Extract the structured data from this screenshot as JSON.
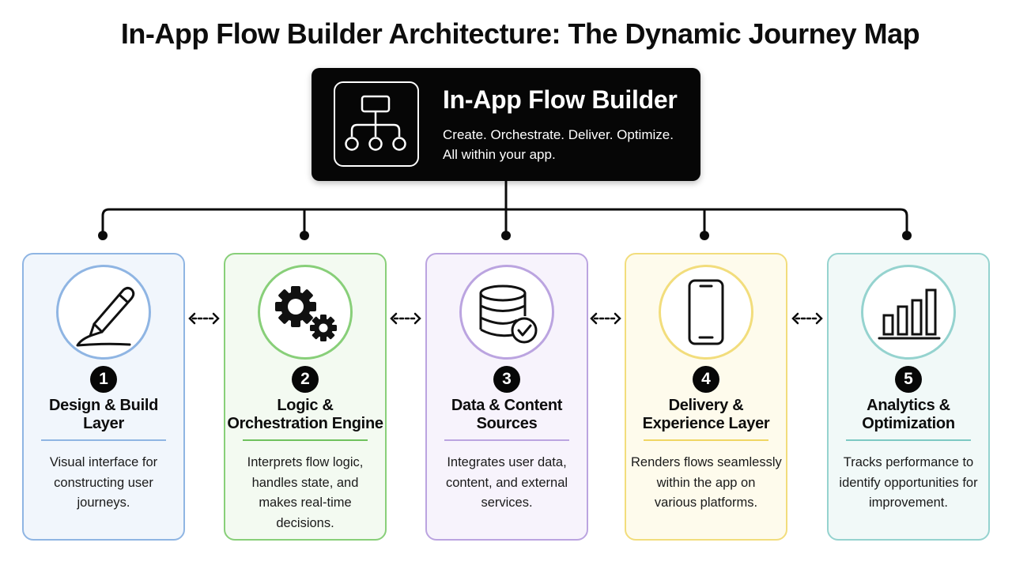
{
  "title": "In-App Flow Builder Architecture: The Dynamic Journey Map",
  "hero": {
    "title": "In-App Flow Builder",
    "subtitle_lines": [
      "Create. Orchestrate. Deliver. Optimize.",
      "All within your app."
    ],
    "icon": "flowchart-icon"
  },
  "cards": [
    {
      "number": "1",
      "title_lines": [
        "Design & Build",
        "Layer"
      ],
      "desc_lines": [
        "Visual interface for",
        "constructing user",
        "journeys."
      ],
      "icon": "pen-icon",
      "accent": "#8fb5e3",
      "fill": "#f1f6fc",
      "rule": "#8fb5e3"
    },
    {
      "number": "2",
      "title_lines": [
        "Logic &",
        "Orchestration Engine"
      ],
      "desc_lines": [
        "Interprets flow logic,",
        "handles state, and",
        "makes real-time",
        "decisions."
      ],
      "icon": "gears-icon",
      "accent": "#88cf79",
      "fill": "#f3faf1",
      "rule": "#6fc15e"
    },
    {
      "number": "3",
      "title_lines": [
        "Data & Content",
        "Sources"
      ],
      "desc_lines": [
        "Integrates user data,",
        "content, and external",
        "services."
      ],
      "icon": "database-check-icon",
      "accent": "#bba4e0",
      "fill": "#f7f3fc",
      "rule": "#bba4e0"
    },
    {
      "number": "4",
      "title_lines": [
        "Delivery &",
        "Experience Layer"
      ],
      "desc_lines": [
        "Renders flows seamlessly",
        "within the app on",
        "various platforms."
      ],
      "icon": "smartphone-icon",
      "accent": "#f2dd7c",
      "fill": "#fefbec",
      "rule": "#f0d664"
    },
    {
      "number": "5",
      "title_lines": [
        "Analytics &",
        "Optimization"
      ],
      "desc_lines": [
        "Tracks performance to",
        "identify opportunities for",
        "improvement."
      ],
      "icon": "bar-chart-icon",
      "accent": "#95d3cf",
      "fill": "#f1f9f8",
      "rule": "#7cc9c3"
    }
  ]
}
